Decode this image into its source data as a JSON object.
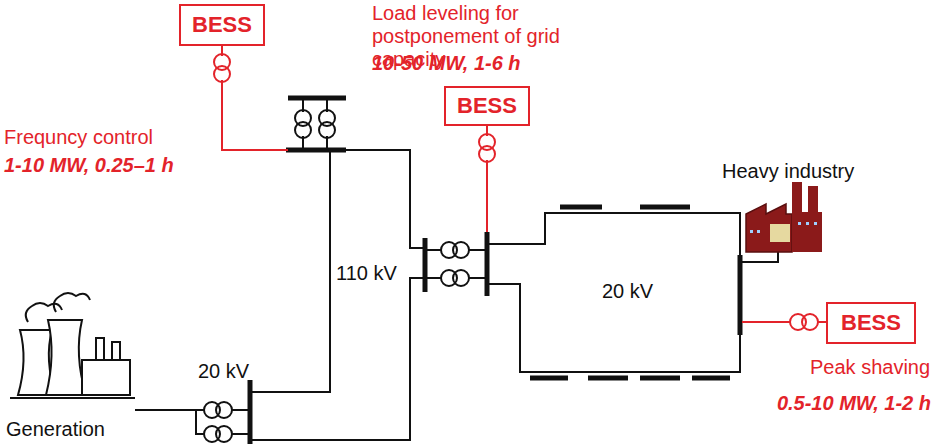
{
  "diagram": {
    "nodes": [
      {
        "text": [
          "BESS"
        ]
      },
      {
        "text": [
          "BESS"
        ]
      },
      {
        "text": [
          "BESS"
        ]
      }
    ],
    "labels": [
      "Frequncy control",
      "1-10 MW, 0.25–1 h",
      "Load leveling for postponement of grid capacity",
      "10-50 MW, 1-6 h",
      "Heavy industry",
      "110 kV",
      "20 kV",
      "20 kV",
      "Peak shaving",
      "0.5-10 MW, 1-2 h",
      "Generation"
    ]
  }
}
